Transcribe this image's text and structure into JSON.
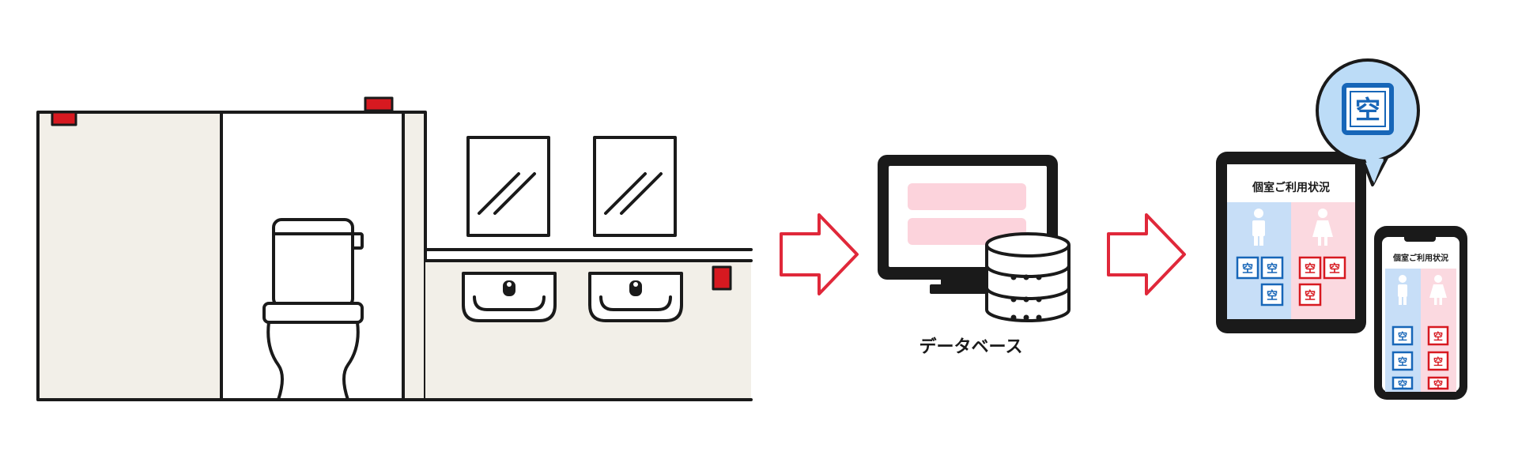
{
  "labels": {
    "database": "データベース",
    "tablet_title": "個室ご利用状況",
    "phone_title": "個室ご利用状況",
    "vacant": "空"
  },
  "colors": {
    "outline": "#1a1a1a",
    "wall": "#f2efe8",
    "sensor_red": "#d71920",
    "arrow_red": "#e0283a",
    "db_bar_pink": "#fcd3dc",
    "male_blue": "#c7def7",
    "male_accent": "#1766b8",
    "female_pink": "#fbd9e0",
    "female_accent": "#d71920",
    "bubble_blue": "#bcdcf7"
  },
  "icons": {
    "arrow": "right-arrow-icon",
    "database": "database-cylinder-icon",
    "monitor": "monitor-icon",
    "toilet": "toilet-icon",
    "male": "male-person-icon",
    "female": "female-person-icon",
    "vacant": "vacant-kanji-icon"
  },
  "tablet": {
    "male_vacant_count": 3,
    "female_vacant_count": 3
  },
  "phone": {
    "male_vacant_count": 3,
    "female_vacant_count": 3
  }
}
